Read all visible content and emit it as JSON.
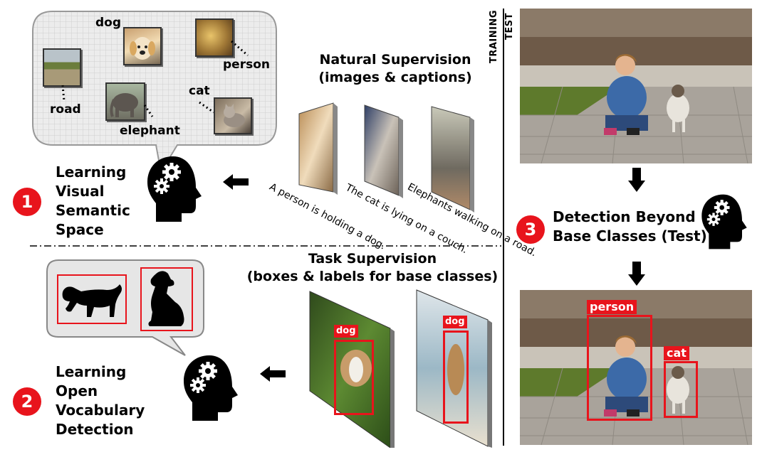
{
  "bubble_top": {
    "words": [
      "dog",
      "person",
      "road",
      "elephant",
      "cat"
    ]
  },
  "steps": [
    {
      "number": "1",
      "title": [
        "Learning",
        "Visual",
        "Semantic",
        "Space"
      ]
    },
    {
      "number": "2",
      "title": [
        "Learning",
        "Open",
        "Vocabulary",
        "Detection"
      ]
    },
    {
      "number": "3",
      "title": [
        "Detection Beyond",
        "Base Classes (Test)"
      ]
    }
  ],
  "natural_supervision": {
    "title_line1": "Natural Supervision",
    "title_line2": "(images & captions)",
    "captions": [
      "A person is holding a dog.",
      "The cat is lying on a couch.",
      "Elephants walking on a road."
    ]
  },
  "task_supervision": {
    "title_line1": "Task Supervision",
    "title_line2": "(boxes & labels for base classes)",
    "box_labels": [
      "dog",
      "dog"
    ]
  },
  "phase_labels": {
    "training": "TRAINING",
    "test": "TEST"
  },
  "detections": [
    "person",
    "cat"
  ],
  "icons": [
    "head-gears-icon",
    "arrow-left-icon",
    "arrow-down-icon",
    "dog-silhouette-icon"
  ],
  "colors": {
    "accent_red": "#e8141c",
    "bubble_gray": "#e9e9e9"
  }
}
